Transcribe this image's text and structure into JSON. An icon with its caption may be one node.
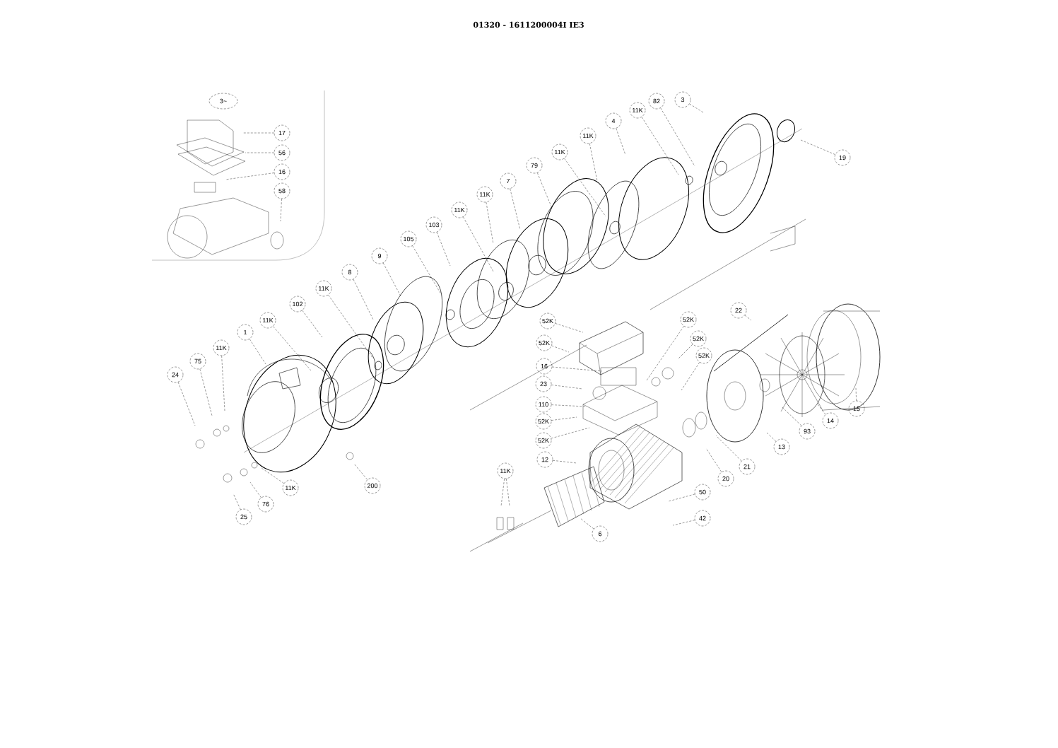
{
  "diagram": {
    "title": "01320 - 1611200004I IE3",
    "nodes": [
      {
        "text": [
          "3~"
        ]
      },
      {
        "text": [
          "17"
        ]
      },
      {
        "text": [
          "56"
        ]
      },
      {
        "text": [
          "16"
        ]
      },
      {
        "text": [
          "58"
        ]
      },
      {
        "text": [
          "3"
        ]
      },
      {
        "text": [
          "82"
        ]
      },
      {
        "text": [
          "11K"
        ]
      },
      {
        "text": [
          "4"
        ]
      },
      {
        "text": [
          "11K"
        ]
      },
      {
        "text": [
          "11K"
        ]
      },
      {
        "text": [
          "79"
        ]
      },
      {
        "text": [
          "7"
        ]
      },
      {
        "text": [
          "11K"
        ]
      },
      {
        "text": [
          "11K"
        ]
      },
      {
        "text": [
          "103"
        ]
      },
      {
        "text": [
          "105"
        ]
      },
      {
        "text": [
          "9"
        ]
      },
      {
        "text": [
          "8"
        ]
      },
      {
        "text": [
          "11K"
        ]
      },
      {
        "text": [
          "102"
        ]
      },
      {
        "text": [
          "11K"
        ]
      },
      {
        "text": [
          "1"
        ]
      },
      {
        "text": [
          "11K"
        ]
      },
      {
        "text": [
          "75"
        ]
      },
      {
        "text": [
          "24"
        ]
      },
      {
        "text": [
          "200"
        ]
      },
      {
        "text": [
          "11K"
        ]
      },
      {
        "text": [
          "76"
        ]
      },
      {
        "text": [
          "25"
        ]
      },
      {
        "text": [
          "52K"
        ]
      },
      {
        "text": [
          "52K"
        ]
      },
      {
        "text": [
          "16"
        ]
      },
      {
        "text": [
          "23"
        ]
      },
      {
        "text": [
          "110"
        ]
      },
      {
        "text": [
          "52K"
        ]
      },
      {
        "text": [
          "52K"
        ]
      },
      {
        "text": [
          "12"
        ]
      },
      {
        "text": [
          "11K"
        ]
      },
      {
        "text": [
          "6"
        ]
      },
      {
        "text": [
          "50"
        ]
      },
      {
        "text": [
          "42"
        ]
      },
      {
        "text": [
          "52K"
        ]
      },
      {
        "text": [
          "52K"
        ]
      },
      {
        "text": [
          "52K"
        ]
      },
      {
        "text": [
          "22"
        ]
      },
      {
        "text": [
          "13"
        ]
      },
      {
        "text": [
          "20"
        ]
      },
      {
        "text": [
          "21"
        ]
      },
      {
        "text": [
          "93"
        ]
      },
      {
        "text": [
          "14"
        ]
      },
      {
        "text": [
          "15"
        ]
      },
      {
        "text": [
          "19"
        ]
      }
    ],
    "edges": [
      {
        "from": 1,
        "to": null,
        "arrow": "none"
      },
      {
        "from": 2,
        "to": null,
        "arrow": "none"
      },
      {
        "from": 3,
        "to": null,
        "arrow": "none"
      },
      {
        "from": 4,
        "to": null,
        "arrow": "none"
      },
      {
        "from": 5,
        "to": null,
        "arrow": "none"
      },
      {
        "from": 6,
        "to": null,
        "arrow": "none"
      },
      {
        "from": 7,
        "to": null,
        "arrow": "none"
      },
      {
        "from": 8,
        "to": null,
        "arrow": "none"
      },
      {
        "from": 9,
        "to": null,
        "arrow": "none"
      },
      {
        "from": 10,
        "to": null,
        "arrow": "none"
      },
      {
        "from": 11,
        "to": null,
        "arrow": "none"
      },
      {
        "from": 12,
        "to": null,
        "arrow": "none"
      },
      {
        "from": 13,
        "to": null,
        "arrow": "none"
      },
      {
        "from": 14,
        "to": null,
        "arrow": "none"
      },
      {
        "from": 15,
        "to": null,
        "arrow": "none"
      },
      {
        "from": 16,
        "to": null,
        "arrow": "none"
      },
      {
        "from": 17,
        "to": null,
        "arrow": "none"
      },
      {
        "from": 18,
        "to": null,
        "arrow": "none"
      },
      {
        "from": 19,
        "to": null,
        "arrow": "none"
      },
      {
        "from": 20,
        "to": null,
        "arrow": "none"
      },
      {
        "from": 21,
        "to": null,
        "arrow": "none"
      },
      {
        "from": 22,
        "to": null,
        "arrow": "none"
      },
      {
        "from": 23,
        "to": null,
        "arrow": "none"
      },
      {
        "from": 24,
        "to": null,
        "arrow": "none"
      },
      {
        "from": 25,
        "to": null,
        "arrow": "none"
      },
      {
        "from": 26,
        "to": null,
        "arrow": "none"
      },
      {
        "from": 27,
        "to": null,
        "arrow": "none"
      },
      {
        "from": 28,
        "to": null,
        "arrow": "none"
      },
      {
        "from": 29,
        "to": null,
        "arrow": "none"
      },
      {
        "from": 30,
        "to": null,
        "arrow": "none"
      },
      {
        "from": 31,
        "to": null,
        "arrow": "none"
      },
      {
        "from": 32,
        "to": null,
        "arrow": "none"
      },
      {
        "from": 33,
        "to": null,
        "arrow": "none"
      },
      {
        "from": 34,
        "to": null,
        "arrow": "none"
      },
      {
        "from": 35,
        "to": null,
        "arrow": "none"
      },
      {
        "from": 36,
        "to": null,
        "arrow": "none"
      },
      {
        "from": 37,
        "to": null,
        "arrow": "none"
      },
      {
        "from": 38,
        "to": null,
        "arrow": "none"
      },
      {
        "from": 38,
        "to": null,
        "arrow": "none"
      },
      {
        "from": 39,
        "to": null,
        "arrow": "none"
      },
      {
        "from": 40,
        "to": null,
        "arrow": "none"
      },
      {
        "from": 41,
        "to": null,
        "arrow": "none"
      },
      {
        "from": 42,
        "to": null,
        "arrow": "none"
      },
      {
        "from": 43,
        "to": null,
        "arrow": "none"
      },
      {
        "from": 44,
        "to": null,
        "arrow": "none"
      },
      {
        "from": 45,
        "to": null,
        "arrow": "none"
      },
      {
        "from": 46,
        "to": null,
        "arrow": "none"
      },
      {
        "from": 47,
        "to": null,
        "arrow": "none"
      },
      {
        "from": 48,
        "to": null,
        "arrow": "none"
      },
      {
        "from": 49,
        "to": null,
        "arrow": "none"
      },
      {
        "from": 50,
        "to": null,
        "arrow": "none"
      },
      {
        "from": 51,
        "to": null,
        "arrow": "none"
      },
      {
        "from": 52,
        "to": null,
        "arrow": "none"
      }
    ]
  }
}
